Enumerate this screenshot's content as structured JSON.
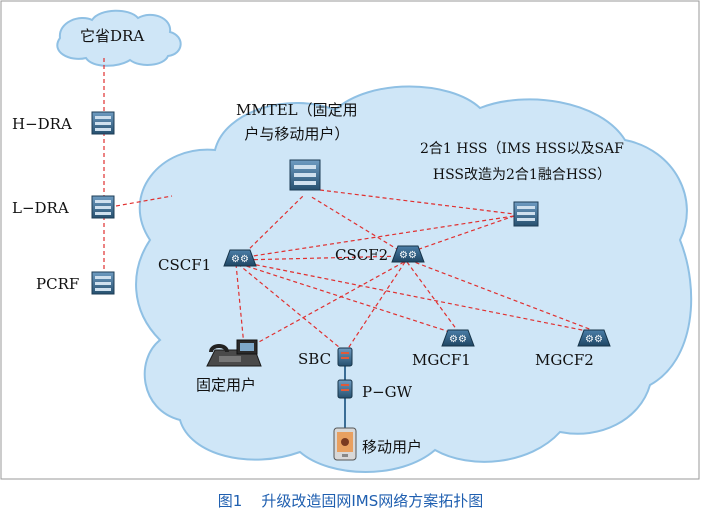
{
  "nodes": {
    "other_province_dra": "它省DRA",
    "h_dra": "H−DRA",
    "l_dra": "L−DRA",
    "pcrf": "PCRF",
    "mmtel": "MMTEL（固定用\n户与移动用户）",
    "hss": "2合1 HSS（IMS HSS以及SAF\nHSS改造为2合1融合HSS）",
    "cscf1": "CSCF1",
    "cscf2": "CSCF2",
    "sbc": "SBC",
    "pgw": "P−GW",
    "mgcf1": "MGCF1",
    "mgcf2": "MGCF2",
    "fixed_user": "固定用户",
    "mobile_user": "移动用户"
  },
  "caption": {
    "figure_number": "图1",
    "title": "升级改造固网IMS网络方案拓扑图"
  },
  "colors": {
    "link": "#e03030",
    "cloud_fill": "#cfe6f7",
    "cloud_stroke": "#8fc0e4",
    "caption": "#1f5fb0",
    "device": "#2f5f86"
  },
  "icons": {
    "server": "server-icon",
    "router": "router-icon",
    "phone": "desk-phone-icon",
    "mobile": "mobile-phone-icon"
  }
}
